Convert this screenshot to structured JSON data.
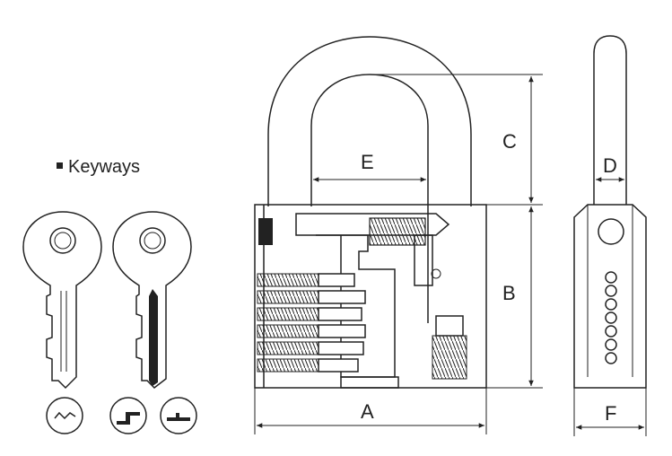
{
  "legend": {
    "keyways": "Keyways"
  },
  "dimensions": {
    "a": "A",
    "b": "B",
    "c": "C",
    "d": "D",
    "e": "E",
    "f": "F"
  },
  "colors": {
    "line": "#222222",
    "background": "#ffffff"
  },
  "icons": [
    "key-icon",
    "keyway-profile-icon",
    "padlock-front-view",
    "padlock-side-view"
  ]
}
